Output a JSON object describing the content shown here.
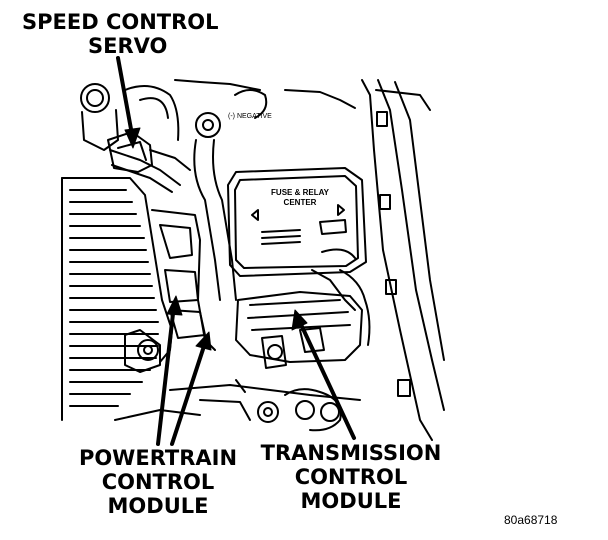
{
  "labels": {
    "speed_servo": [
      "SPEED CONTROL",
      "SERVO"
    ],
    "powertrain_module": [
      "POWERTRAIN",
      "CONTROL",
      "MODULE"
    ],
    "transmission_module": [
      "TRANSMISSION",
      "CONTROL",
      "MODULE"
    ]
  },
  "box_text": {
    "fuse_title": [
      "FUSE & RELAY",
      "CENTER"
    ],
    "negative_mark": "(-) NEGATIVE"
  },
  "figure_id": "80a68718"
}
